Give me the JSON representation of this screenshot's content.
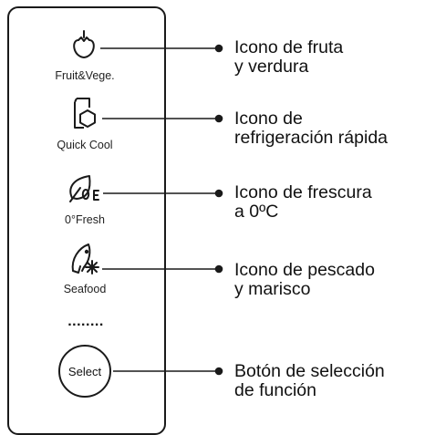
{
  "panel": {
    "icons": [
      {
        "name": "fruit-vege-icon",
        "label": "Fruit&Vege."
      },
      {
        "name": "quick-cool-icon",
        "label": "Quick Cool"
      },
      {
        "name": "fresh-zero-icon",
        "label": "0°Fresh"
      },
      {
        "name": "seafood-icon",
        "label": "Seafood"
      }
    ],
    "separator": "........",
    "select_button": "Select"
  },
  "callouts": [
    {
      "line1": "Icono de fruta",
      "line2": "y verdura"
    },
    {
      "line1": "Icono de",
      "line2": "refrigeración rápida"
    },
    {
      "line1": "Icono de frescura",
      "line2": "a 0ºC"
    },
    {
      "line1": "Icono de pescado",
      "line2": "y marisco"
    },
    {
      "line1": "Botón de selección",
      "line2": "de función"
    }
  ],
  "colors": {
    "stroke": "#1a1a1a",
    "background": "#ffffff"
  }
}
